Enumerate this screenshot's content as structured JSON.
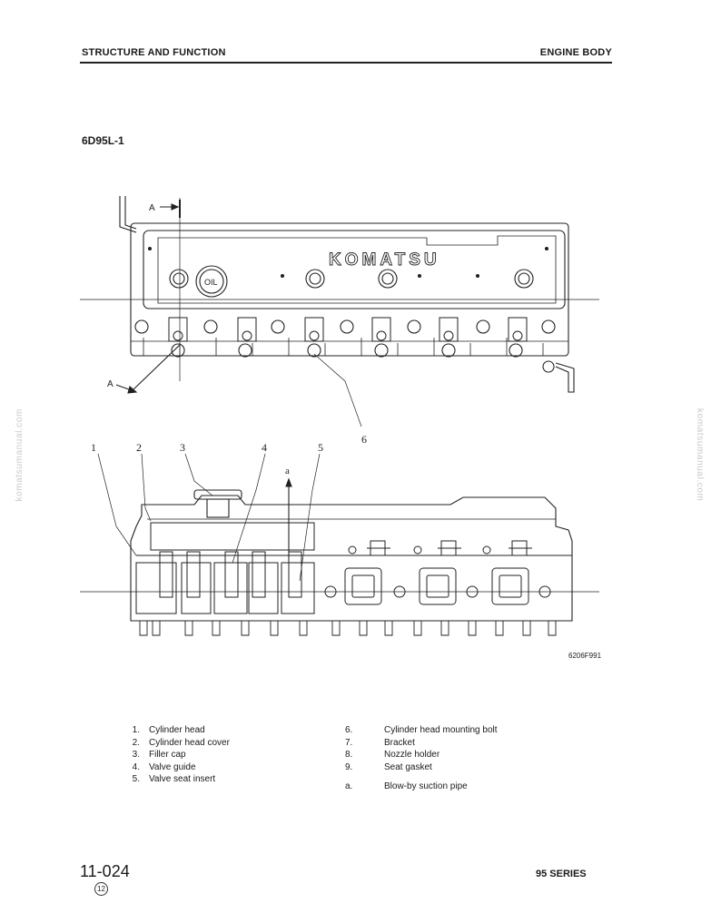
{
  "header": {
    "left": "STRUCTURE AND FUNCTION",
    "right": "ENGINE BODY"
  },
  "model": "6D95L-1",
  "figure": {
    "brand_text": "KOMATSU",
    "oil_text": "OIL",
    "section_label": "A",
    "callouts": [
      "1",
      "2",
      "3",
      "4",
      "5",
      "6",
      "a"
    ],
    "code": "6206F991"
  },
  "legend": {
    "left": [
      {
        "num": "1.",
        "label": "Cylinder head"
      },
      {
        "num": "2.",
        "label": "Cylinder head cover"
      },
      {
        "num": "3.",
        "label": "Filler cap"
      },
      {
        "num": "4.",
        "label": "Valve guide"
      },
      {
        "num": "5.",
        "label": "Valve seat insert"
      }
    ],
    "right": [
      {
        "num": "6.",
        "label": "Cylinder head mounting bolt"
      },
      {
        "num": "7.",
        "label": "Bracket"
      },
      {
        "num": "8.",
        "label": "Nozzle holder"
      },
      {
        "num": "9.",
        "label": "Seat gasket"
      }
    ],
    "note": {
      "num": "a.",
      "label": "Blow-by suction pipe"
    }
  },
  "watermark": "komatsumanual.com",
  "footer": {
    "page": "11-024",
    "revision": "12",
    "series": "95 SERIES"
  }
}
